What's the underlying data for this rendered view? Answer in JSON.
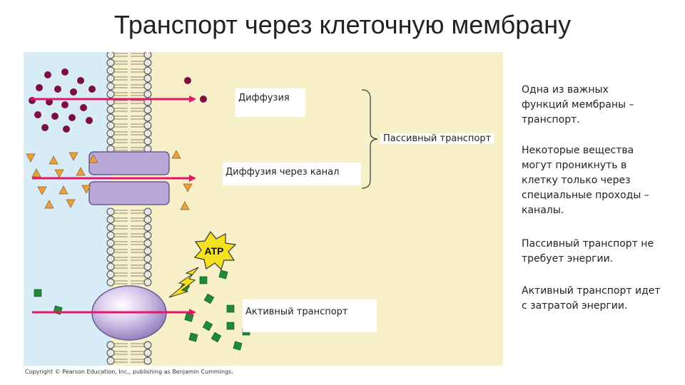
{
  "title": "Транспорт через клеточную мембрану",
  "labels": {
    "diffusion": "Диффузия",
    "channel_diffusion": "Диффузия через канал",
    "active_transport": "Активный транспорт",
    "passive_transport": "Пассивный транспорт",
    "atp": "ATP"
  },
  "side_text": [
    "Одна из важных функций мембраны – транспорт.",
    "Некоторые вещества могут проникнуть в клетку только через специальные проходы – каналы.",
    "Пассивный транспорт не требует энергии.",
    "Активный транспорт идет с затратой энергии."
  ],
  "copyright": "Copyright © Pearson Education, Inc., publishing as Benjamin Cummings.",
  "colors": {
    "extracellular": "#d8ecf8",
    "intracellular": "#f8f0c8",
    "arrow": "#e0186a",
    "molecule": "#7a1040",
    "triangle": "#e8a040",
    "square": "#1e8a3a",
    "channel": "#b0a0d0",
    "atp_burst": "#f5e020"
  }
}
